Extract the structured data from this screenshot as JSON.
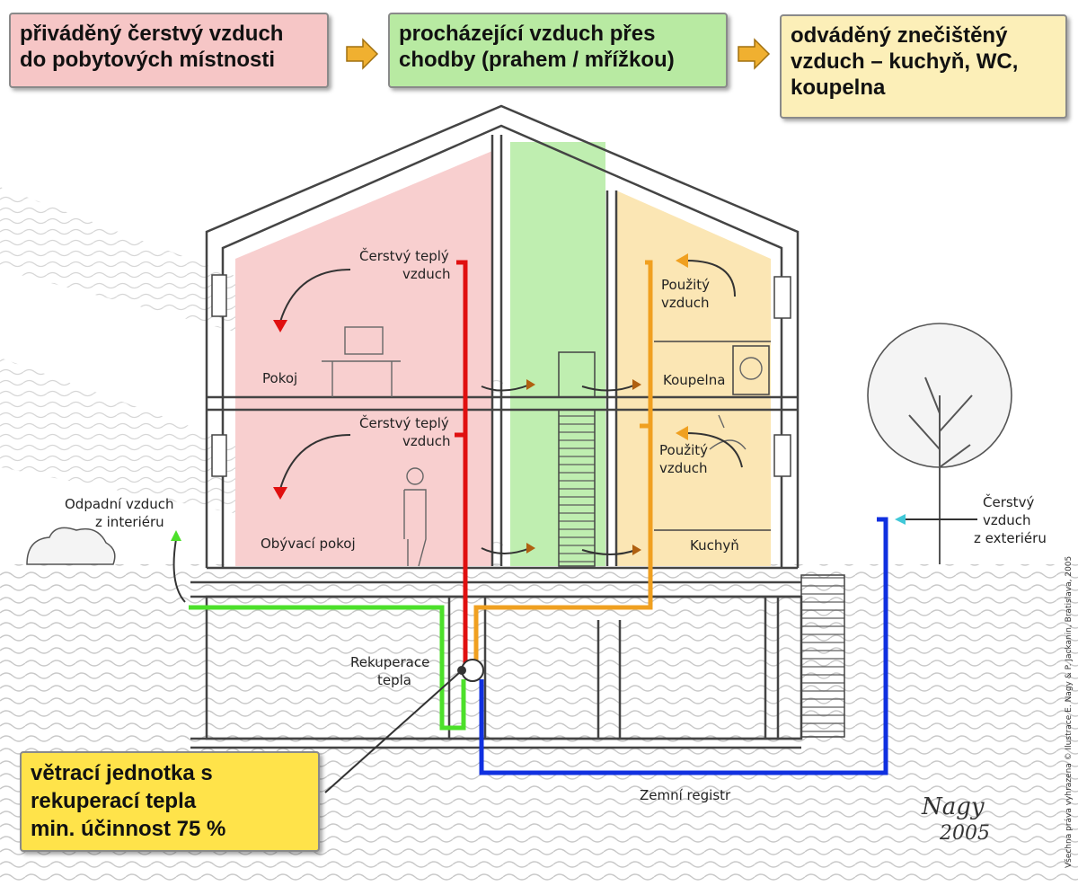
{
  "header_boxes": [
    {
      "text": "přiváděný čerstvý vzduch\ndo pobytových místnosti",
      "bg": "#f6c6c6"
    },
    {
      "text": "procházející vzduch přes\nchodby (prahem / mřížkou)",
      "bg": "#b8eaa2"
    },
    {
      "text": "odváděný znečištěný\nvzduch – kuchyň, WC,\nkoupelna",
      "bg": "#fcefb8"
    }
  ],
  "callout": {
    "text": "větrací jednotka s\nrekuperací tepla\nmin. účinnost 75 %",
    "bg": "#ffe34a"
  },
  "labels": {
    "fresh_warm_upper_1": "Čerstvý teplý",
    "fresh_warm_upper_2": "vzduch",
    "fresh_warm_lower_1": "Čerstvý teplý",
    "fresh_warm_lower_2": "vzduch",
    "used_upper_1": "Použitý",
    "used_upper_2": "vzduch",
    "used_lower_1": "Použitý",
    "used_lower_2": "vzduch",
    "room": "Pokoj",
    "bathroom": "Koupelna",
    "living_room": "Obývací pokoj",
    "kitchen": "Kuchyň",
    "waste_air_1": "Odpadní vzduch",
    "waste_air_2": "z interiéru",
    "fresh_ext_1": "Čerstvý",
    "fresh_ext_2": "vzduch",
    "fresh_ext_3": "z exteriéru",
    "recuperation_1": "Rekuperace",
    "recuperation_2": "tepla",
    "ground_register": "Zemní registr",
    "credits": "Všechna práva vyhrazena © Ilustrace E. Nagy & P. Jackanin, Bratislava, 2005",
    "signature_1": "Nagy",
    "signature_2": "2005"
  },
  "colors": {
    "fresh_zone": "#f8cfcf",
    "corridor_zone": "#bfeeb0",
    "exhaust_zone": "#fbe6b4",
    "supply_duct": "#e01010",
    "exhaust_duct": "#f0a020",
    "waste_duct": "#4ce02a",
    "intake_duct": "#1030e0",
    "arrow_header": "#f0b030"
  }
}
